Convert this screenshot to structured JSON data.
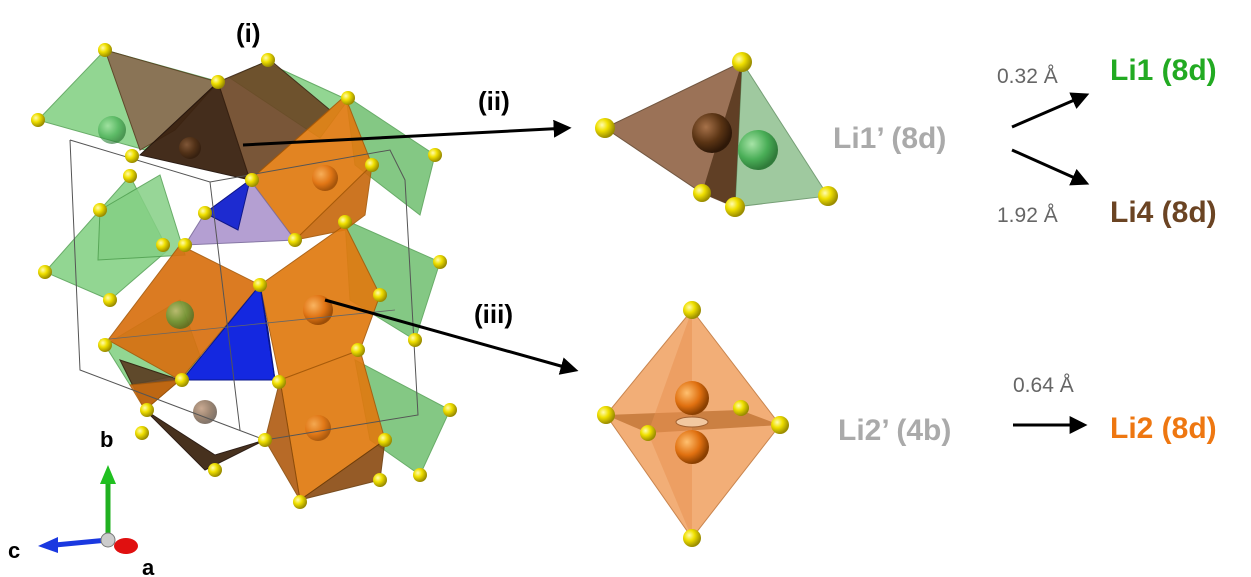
{
  "labels": {
    "i": "(i)",
    "ii": "(ii)",
    "iii": "(iii)"
  },
  "axes": {
    "b": "b",
    "c": "c",
    "a": "a"
  },
  "transitions": {
    "site1": "Li1’ (8d)",
    "target1": "Li1 (8d)",
    "dist1": "0.32 Å",
    "target4": "Li4 (8d)",
    "dist4": "1.92 Å",
    "site2": "Li2’ (4b)",
    "target2": "Li2 (8d)",
    "dist2": "0.64 Å"
  },
  "colors": {
    "green": "#22aa22",
    "brown": "#6b4423",
    "orange": "#ee7711",
    "gray": "#aaaaaa",
    "sulfur": "#e8e000"
  }
}
